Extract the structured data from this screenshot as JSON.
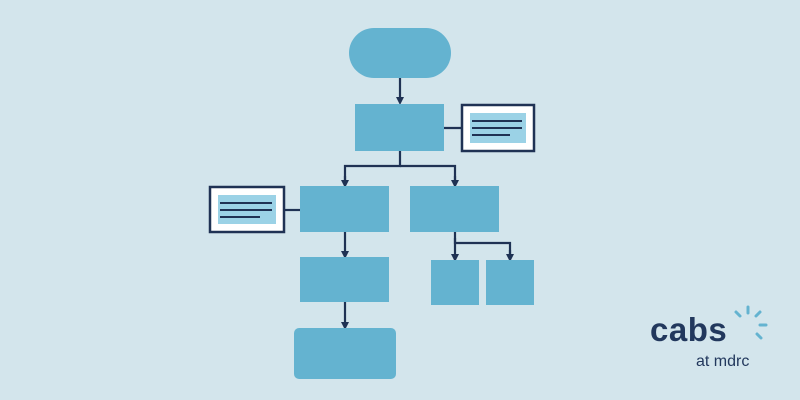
{
  "diagram": {
    "type": "flowchart",
    "colors": {
      "background": "#d3e5ec",
      "node_fill": "#64b3d0",
      "connector": "#1f3254",
      "note_fill": "#ffffff",
      "note_line": "#1f3254",
      "note_highlight": "#9bd2e6"
    },
    "nodes": [
      "start",
      "process-1",
      "process-2a",
      "process-2b",
      "process-3a",
      "end",
      "sub-b1",
      "sub-b2"
    ],
    "annotations": [
      "note-1",
      "note-2"
    ]
  },
  "logo": {
    "brand": "cabs",
    "sub": "at mdrc",
    "accent_color": "#64b3d0",
    "text_color": "#22385d"
  }
}
